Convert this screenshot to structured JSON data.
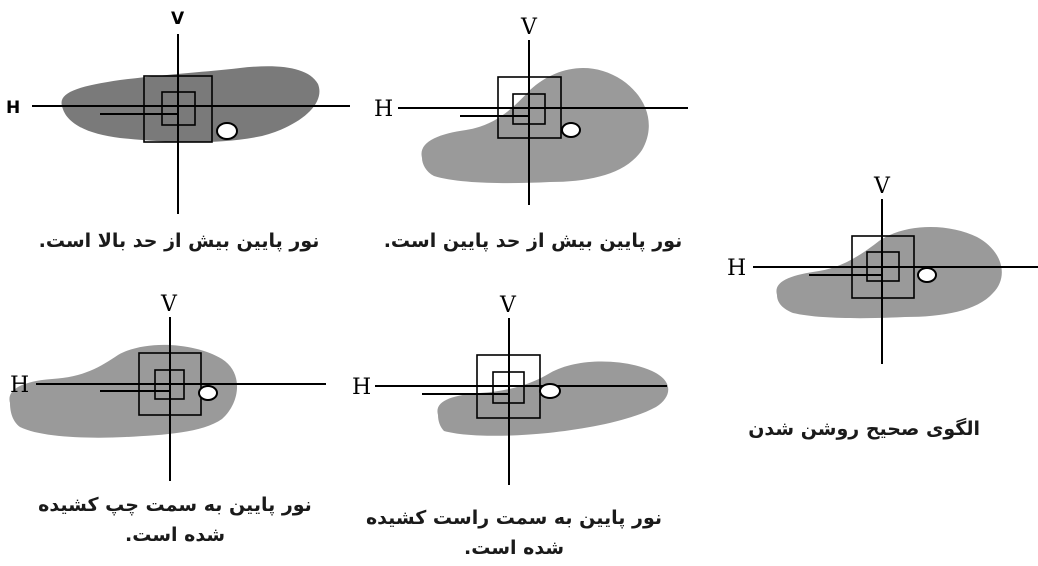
{
  "diagram": {
    "axis_labels": {
      "horizontal": "H",
      "vertical": "V"
    },
    "panels": [
      {
        "id": "low-beam-above-upper-limit",
        "caption": [
          "نور پایین بیش از حد بالا است."
        ]
      },
      {
        "id": "low-beam-below-lower-limit",
        "caption": [
          "نور پایین بیش از حد پایین است."
        ]
      },
      {
        "id": "correct-pattern",
        "caption": [
          "الگوی صحیح روشن شدن"
        ]
      },
      {
        "id": "low-beam-pulled-left",
        "caption": [
          "نور پایین به سمت چپ کشیده",
          "شده است."
        ]
      },
      {
        "id": "low-beam-pulled-right",
        "caption": [
          "نور پایین به سمت راست کشیده",
          "شده است."
        ]
      }
    ]
  },
  "colors": {
    "beam_gray": "#9a9a9a",
    "beam_dark_gray": "#7a7a7a",
    "line": "#000000",
    "background": "#ffffff"
  }
}
